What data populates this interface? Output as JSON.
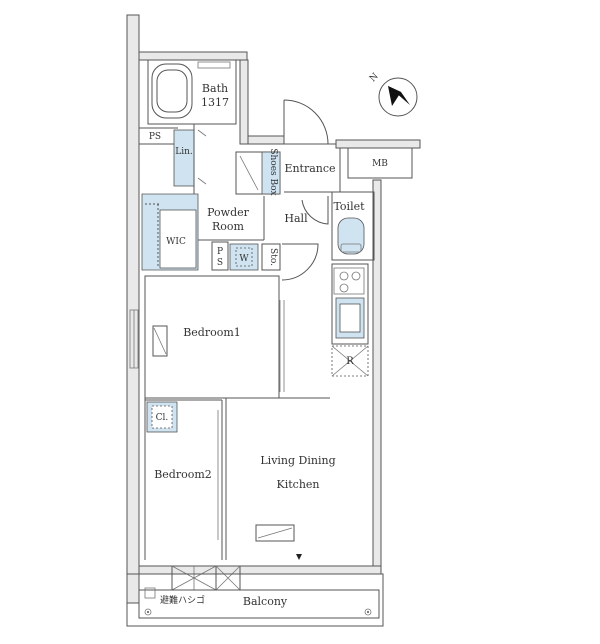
{
  "labels": {
    "bath": "Bath",
    "bath_size": "1317",
    "ps_top": "PS",
    "lin": "Lin.",
    "shoes_box": "Shoes Box",
    "entrance": "Entrance",
    "mb": "MB",
    "toilet": "Toilet",
    "hall": "Hall",
    "powder_room_1": "Powder",
    "powder_room_2": "Room",
    "wic": "WIC",
    "ps_small_1": "P",
    "ps_small_2": "S",
    "w": "W",
    "sto": "Sto.",
    "bedroom1": "Bedroom1",
    "r": "R",
    "cl": "Cl.",
    "bedroom2": "Bedroom2",
    "ldk_1": "Living Dining",
    "ldk_2": "Kitchen",
    "escape_ladder": "避難ハシゴ",
    "balcony": "Balcony",
    "compass_n": "N"
  }
}
